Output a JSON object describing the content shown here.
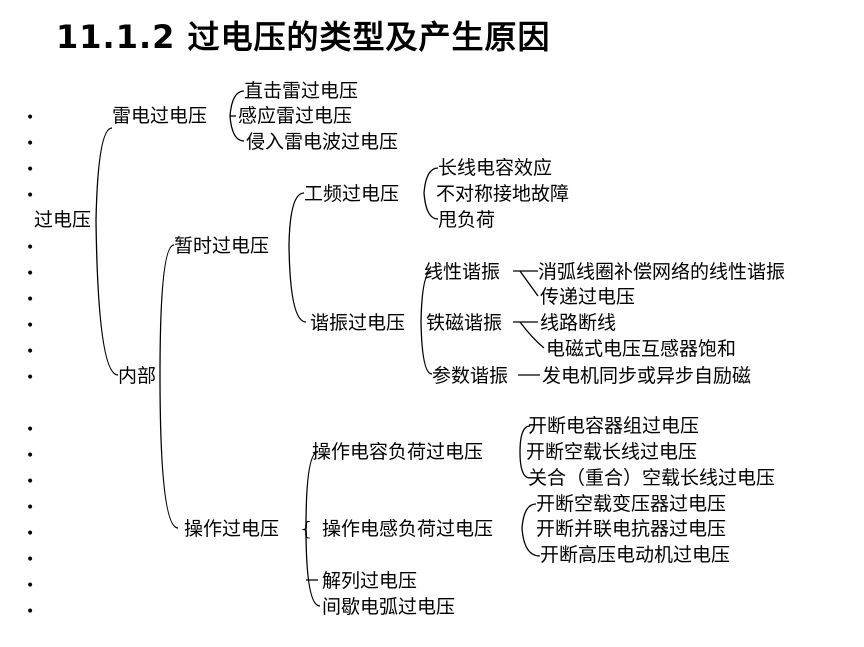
{
  "title": "11.1.2 过电压的类型及产生原因",
  "tree": {
    "root": "过电压",
    "lightning": {
      "label": "雷电过电压",
      "items": [
        "直击雷过电压",
        "感应雷过电压",
        "侵入雷电波过电压"
      ]
    },
    "internal": {
      "label": "内部",
      "temporary": {
        "label": "暂时过电压",
        "power_frequency": {
          "label": "工频过电压",
          "items": [
            "长线电容效应",
            "不对称接地故障",
            "甩负荷"
          ]
        },
        "resonance": {
          "label": "谐振过电压",
          "linear": {
            "label": "线性谐振",
            "items": [
              "消弧线圈补偿网络的线性谐振",
              "传递过电压"
            ]
          },
          "ferro": {
            "label": "铁磁谐振",
            "items": [
              "线路断线",
              "电磁式电压互感器饱和"
            ]
          },
          "parametric": {
            "label": "参数谐振",
            "items": [
              "发电机同步或异步自励磁"
            ]
          }
        }
      },
      "switching": {
        "label": "操作过电压",
        "capacitive": {
          "label": "操作电容负荷过电压",
          "items": [
            "开断电容器组过电压",
            "开断空载长线过电压",
            "关合（重合）空载长线过电压"
          ]
        },
        "inductive": {
          "label": "操作电感负荷过电压",
          "items": [
            "开断空载变压器过电压",
            "开断并联电抗器过电压",
            "开断高压电动机过电压"
          ]
        },
        "others": [
          "解列过电压",
          "间歇电弧过电压"
        ]
      }
    }
  },
  "bullet_char": "•",
  "brace_char": "{"
}
